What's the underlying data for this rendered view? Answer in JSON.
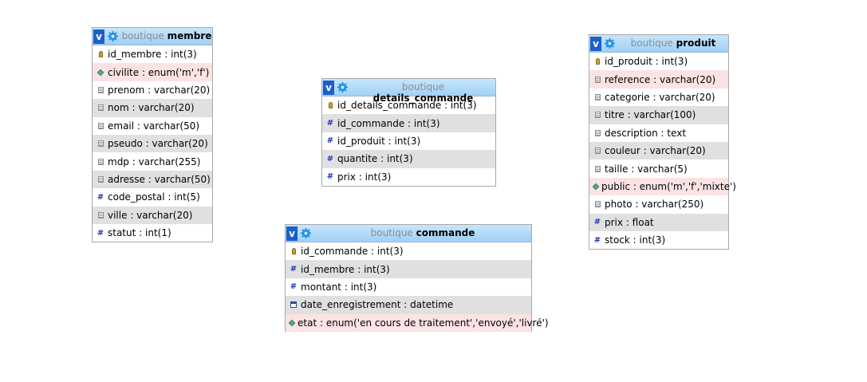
{
  "database": "boutique",
  "tables": {
    "membre": {
      "name": "membre",
      "fields": [
        {
          "name": "id_membre",
          "type": "int(3)",
          "icon": "primary-key-icon"
        },
        {
          "name": "civilite",
          "type": "enum('m','f')",
          "icon": "enum-icon"
        },
        {
          "name": "prenom",
          "type": "varchar(20)",
          "icon": "text-field-icon"
        },
        {
          "name": "nom",
          "type": "varchar(20)",
          "icon": "text-field-icon"
        },
        {
          "name": "email",
          "type": "varchar(50)",
          "icon": "text-field-icon"
        },
        {
          "name": "pseudo",
          "type": "varchar(20)",
          "icon": "text-field-icon"
        },
        {
          "name": "mdp",
          "type": "varchar(255)",
          "icon": "text-field-icon"
        },
        {
          "name": "adresse",
          "type": "varchar(50)",
          "icon": "text-field-icon"
        },
        {
          "name": "code_postal",
          "type": "int(5)",
          "icon": "numeric-field-icon"
        },
        {
          "name": "ville",
          "type": "varchar(20)",
          "icon": "text-field-icon"
        },
        {
          "name": "statut",
          "type": "int(1)",
          "icon": "numeric-field-icon"
        }
      ]
    },
    "details_commande": {
      "name": "details_commande",
      "fields": [
        {
          "name": "id_details_commande",
          "type": "int(3)",
          "icon": "primary-key-icon"
        },
        {
          "name": "id_commande",
          "type": "int(3)",
          "icon": "numeric-field-icon"
        },
        {
          "name": "id_produit",
          "type": "int(3)",
          "icon": "numeric-field-icon"
        },
        {
          "name": "quantite",
          "type": "int(3)",
          "icon": "numeric-field-icon"
        },
        {
          "name": "prix",
          "type": "int(3)",
          "icon": "numeric-field-icon"
        }
      ]
    },
    "commande": {
      "name": "commande",
      "fields": [
        {
          "name": "id_commande",
          "type": "int(3)",
          "icon": "primary-key-icon"
        },
        {
          "name": "id_membre",
          "type": "int(3)",
          "icon": "numeric-field-icon"
        },
        {
          "name": "montant",
          "type": "int(3)",
          "icon": "numeric-field-icon"
        },
        {
          "name": "date_enregistrement",
          "type": "datetime",
          "icon": "datetime-field-icon"
        },
        {
          "name": "etat",
          "type": "enum('en cours de traitement','envoyé','livré')",
          "icon": "enum-icon"
        }
      ]
    },
    "produit": {
      "name": "produit",
      "fields": [
        {
          "name": "id_produit",
          "type": "int(3)",
          "icon": "primary-key-icon"
        },
        {
          "name": "reference",
          "type": "varchar(20)",
          "icon": "text-field-icon"
        },
        {
          "name": "categorie",
          "type": "varchar(20)",
          "icon": "text-field-icon"
        },
        {
          "name": "titre",
          "type": "varchar(100)",
          "icon": "text-field-icon"
        },
        {
          "name": "description",
          "type": "text",
          "icon": "text-field-icon"
        },
        {
          "name": "couleur",
          "type": "varchar(20)",
          "icon": "text-field-icon"
        },
        {
          "name": "taille",
          "type": "varchar(5)",
          "icon": "text-field-icon"
        },
        {
          "name": "public",
          "type": "enum('m','f','mixte')",
          "icon": "enum-icon"
        },
        {
          "name": "photo",
          "type": "varchar(250)",
          "icon": "text-field-icon"
        },
        {
          "name": "prix",
          "type": "float",
          "icon": "numeric-field-icon"
        },
        {
          "name": "stock",
          "type": "int(3)",
          "icon": "numeric-field-icon"
        }
      ]
    }
  },
  "toggle_label": "v",
  "colors": {
    "header_top": "#c8e6fb",
    "header_bottom": "#9fd0f6",
    "row_alt": "#e0e0e0",
    "row_unique": "#fbe3e3",
    "db_name": "#8d8d8d",
    "toggle_bg": "#1c5fc8"
  }
}
